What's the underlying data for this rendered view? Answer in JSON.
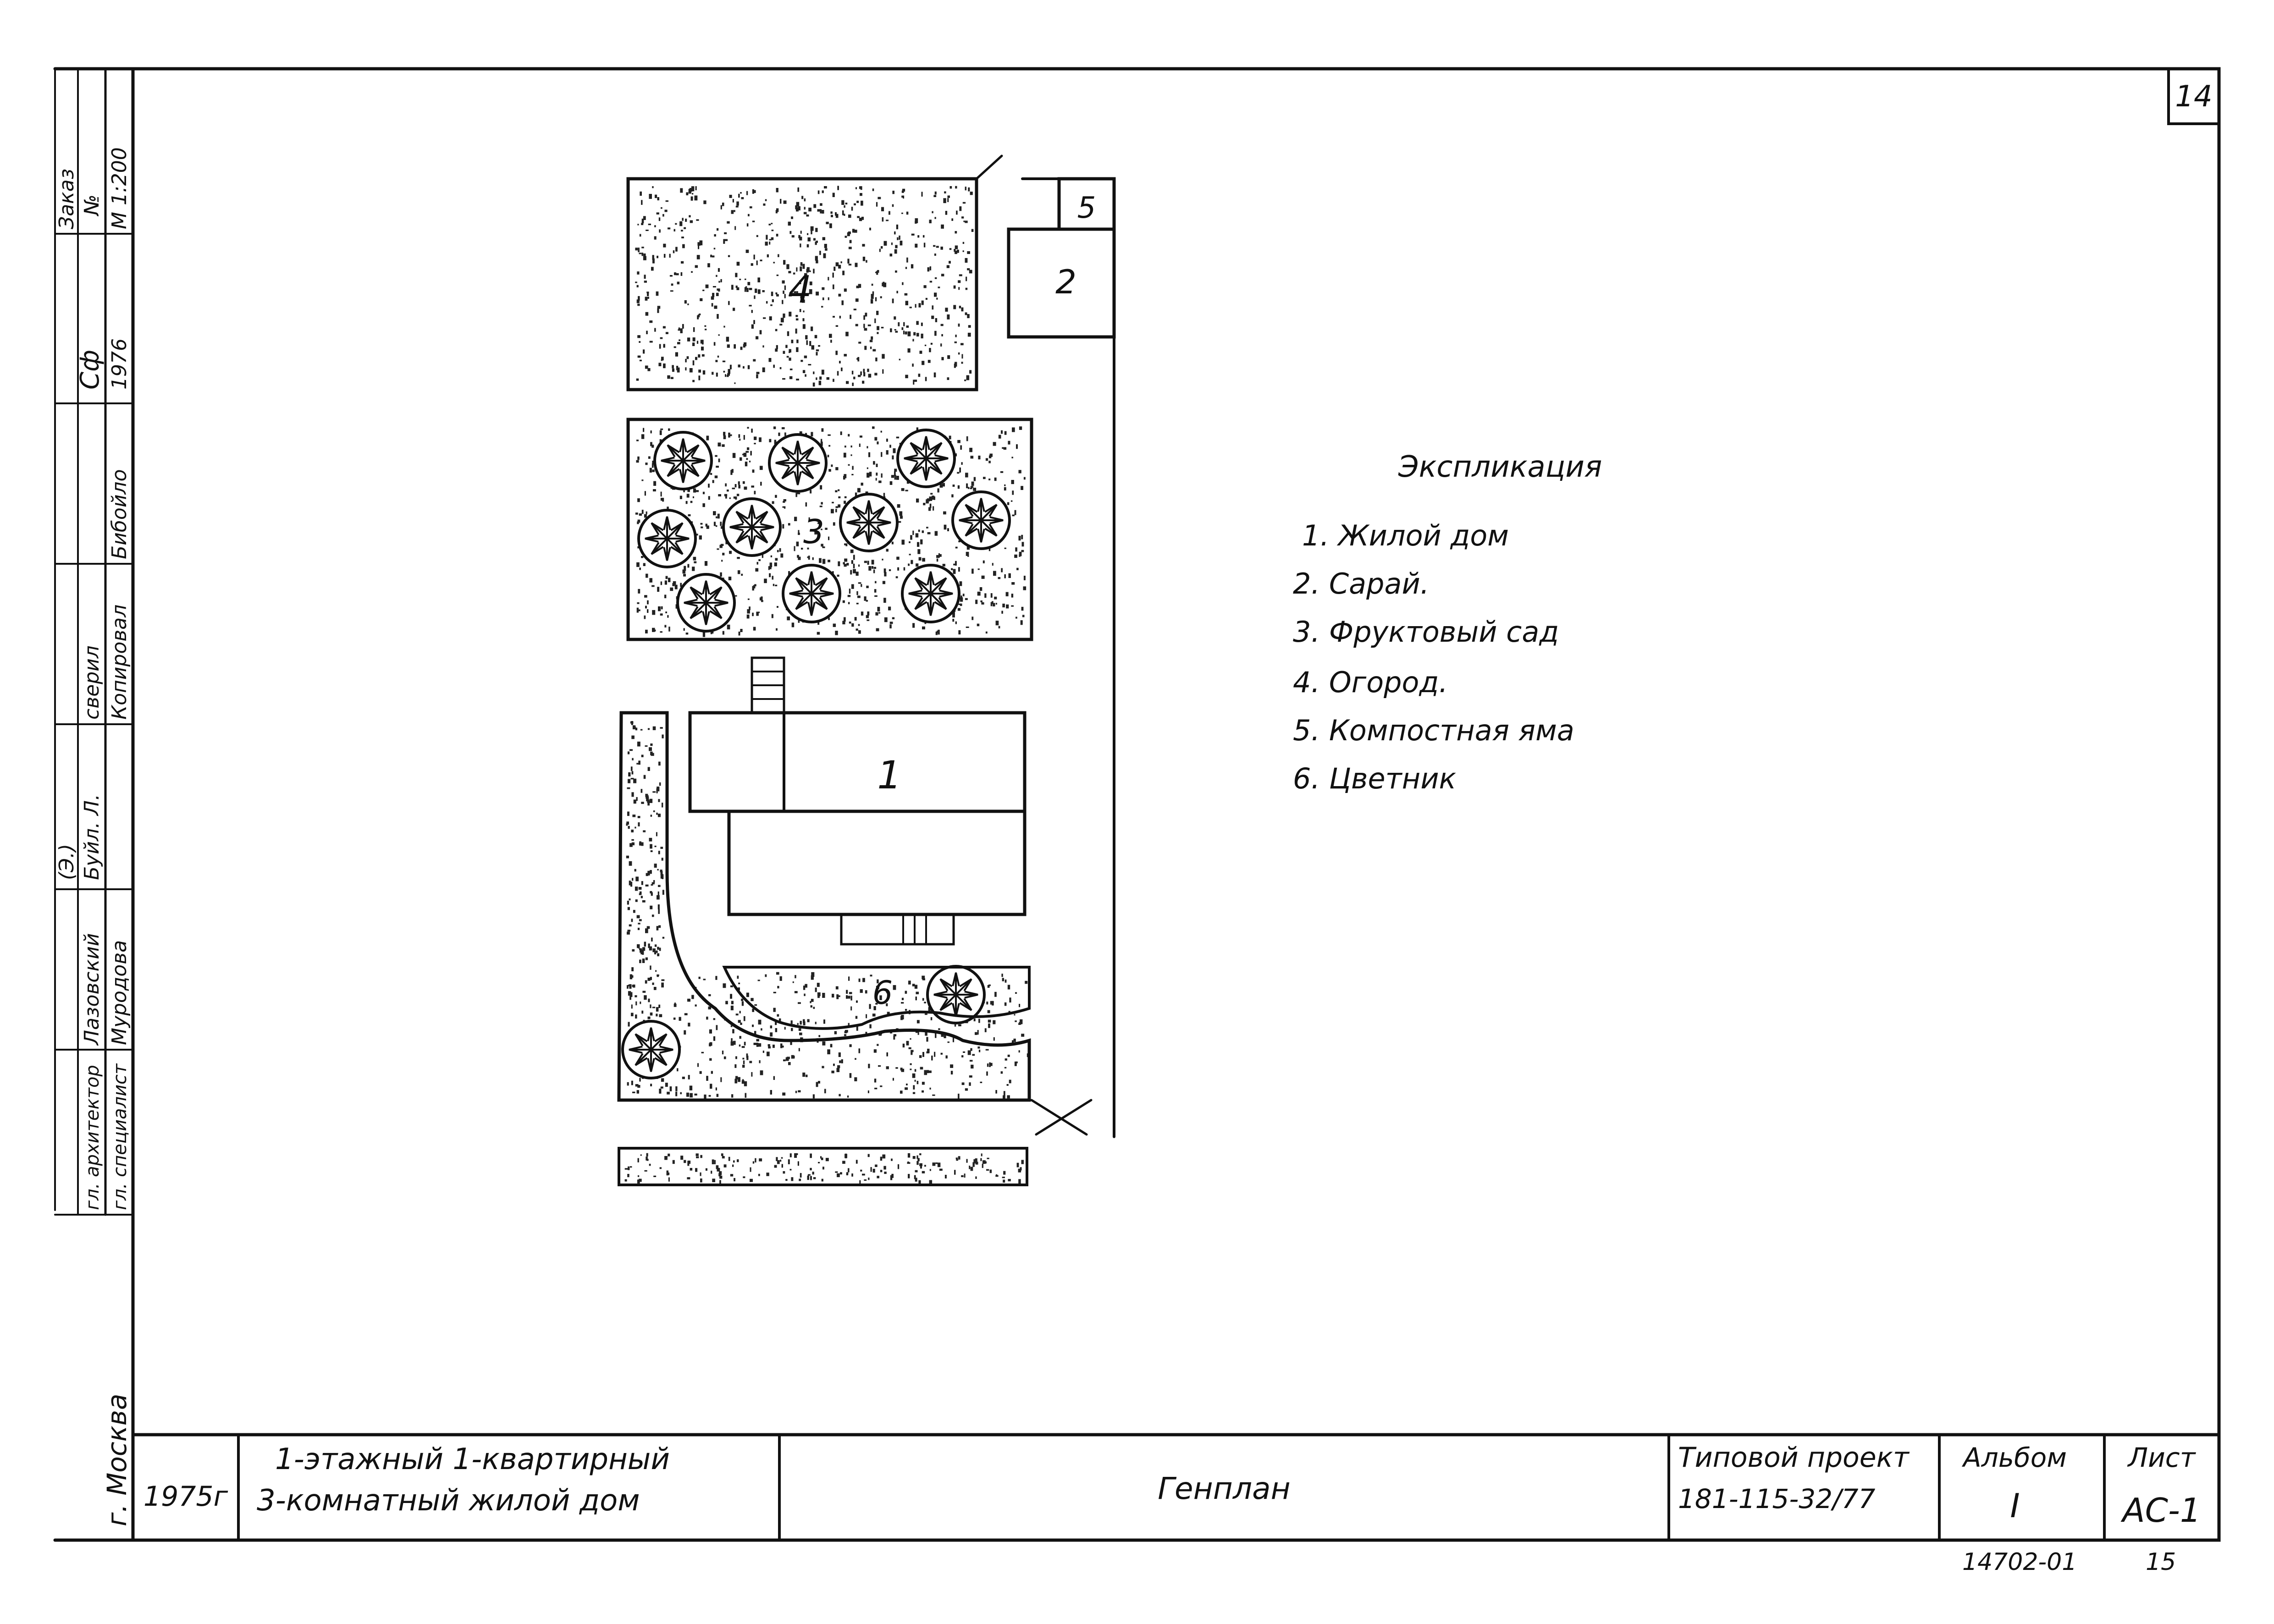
{
  "sheet": {
    "page_number": "14",
    "bottom_left_note": "14702-01",
    "bottom_right_note": "15"
  },
  "side_stamp": {
    "city": "г. Москва",
    "order_label": "Заказ",
    "number_label": "№",
    "scale": "М 1:200",
    "signature_1": "Сф",
    "date_value": "1976",
    "copied_label": "Копировал",
    "copied_by": "Бибойло",
    "checked_label": "сверил",
    "chief_architect_label": "гл. архитектор",
    "chief_architect_name": "Лазовский",
    "chief_specialist_label": "гл. специалист",
    "chief_specialist_name": "Муродова",
    "signature_2": "Буйл. Л.",
    "note_mark": "(Э.)"
  },
  "plan": {
    "zone_numbers": {
      "house": "1",
      "shed": "2",
      "orchard": "3",
      "vegetable_garden": "4",
      "compost_pit": "5",
      "flower_bed": "6"
    }
  },
  "legend": {
    "title": "Экспликация",
    "items": [
      "1. Жилой дом",
      "2. Сарай.",
      "3. Фруктовый сад",
      "4. Огород.",
      "5. Компостная яма",
      "6. Цветник"
    ]
  },
  "title_block": {
    "year": "1975г",
    "project_line_1": "1-этажный 1-квартирный",
    "project_line_2": "3-комнатный жилой дом",
    "drawing_title": "Генплан",
    "typical_project_label": "Типовой проект",
    "typical_project_code": "181-115-32/77",
    "album_label": "Альбом",
    "album_value": "I",
    "sheet_label": "Лист",
    "sheet_value": "АС-1"
  }
}
